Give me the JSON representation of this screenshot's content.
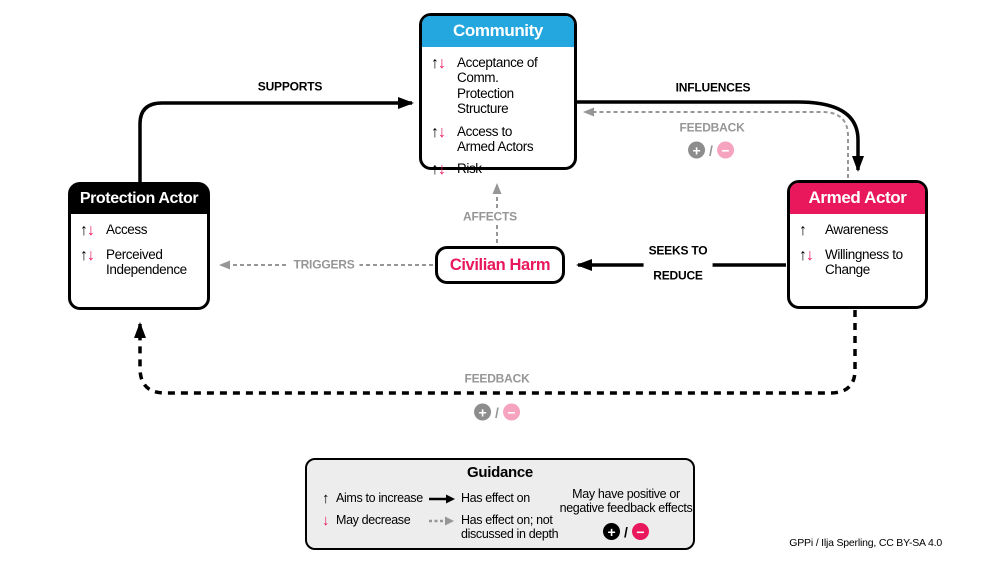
{
  "diagram": {
    "nodes": {
      "community": {
        "title": "Community",
        "items": [
          {
            "up": "↑",
            "down": "↓",
            "text": "Acceptance of Comm.\nProtection Structure"
          },
          {
            "up": "↑",
            "down": "↓",
            "text": "Access to\nArmed Actors"
          },
          {
            "up": "↑",
            "down": "↓",
            "text": "Risk"
          }
        ]
      },
      "protection_actor": {
        "title": "Protection Actor",
        "items": [
          {
            "up": "↑",
            "down": "↓",
            "text": "Access"
          },
          {
            "up": "↑",
            "down": "↓",
            "text": "Perceived\nIndependence"
          }
        ]
      },
      "armed_actor": {
        "title": "Armed Actor",
        "items": [
          {
            "up": "↑",
            "down": "",
            "text": "Awareness"
          },
          {
            "up": "↑",
            "down": "↓",
            "text": "Willingness to\nChange"
          }
        ]
      },
      "civilian_harm": {
        "title": "Civilian Harm"
      }
    },
    "edges": {
      "supports": "SUPPORTS",
      "influences": "INFLUENCES",
      "feedback_top": "FEEDBACK",
      "affects": "AFFECTS",
      "triggers": "TRIGGERS",
      "seeks_line1": "SEEKS TO",
      "seeks_line2": "REDUCE",
      "feedback_bottom": "FEEDBACK",
      "plus": "+",
      "minus": "−",
      "slash": "/"
    }
  },
  "legend": {
    "title": "Guidance",
    "up_glyph": "↑",
    "down_glyph": "↓",
    "increase_label": "Aims to increase",
    "decrease_label": "May decrease",
    "solid_arrow_label": "Has effect on",
    "dashed_arrow_label": "Has effect on; not\ndiscussed in depth",
    "feedback_label": "May have positive or\nnegative feedback effects",
    "plus": "+",
    "minus": "−",
    "slash": "/"
  },
  "attribution": "GPPi / Ilja Sperling, CC BY-SA 4.0",
  "colors": {
    "community_blue": "#24a7df",
    "brand_pink": "#e9185c",
    "light_pink": "#f6a3bf",
    "gray": "#969696",
    "black": "#000000",
    "legend_bg": "#ededed"
  }
}
